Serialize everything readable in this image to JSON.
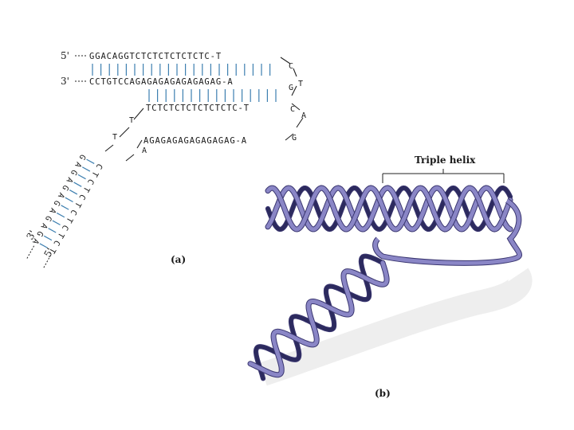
{
  "panel_a": {
    "label": "(a)",
    "strand1": {
      "end": "5'",
      "sequence": "GGACAGGTCTCTCTCTCTCTC-T"
    },
    "strand2": {
      "end": "3'",
      "sequence": "CCTGTCCAGAGAGAGAGAGAGAG-A"
    },
    "strand3": {
      "sequence": "TCTCTCTCTCTCTCTC-T"
    },
    "strand4": {
      "sequence": "AGAGAGAGAGAGAGAG-A"
    },
    "loop_nucleotides": [
      "C",
      "G",
      "T",
      "C",
      "A",
      "G",
      "T",
      "T",
      "A"
    ],
    "tail_strand_lower_end": "5'",
    "tail_strand_upper_end": "3'",
    "tail_strand_1": [
      "C",
      "T",
      "C",
      "T",
      "C",
      "T",
      "C",
      "T",
      "C",
      "T",
      "C",
      "T"
    ],
    "tail_strand_2": [
      "G",
      "A",
      "G",
      "A",
      "G",
      "A",
      "G",
      "A",
      "G",
      "A",
      "G",
      "A"
    ]
  },
  "panel_b": {
    "label": "(b)",
    "bracket_title": "Triple helix",
    "ribbon_color": "#8a86c6",
    "ribbon_shadow": "#2c2a5e"
  },
  "colors": {
    "bond": "#3d7fb0",
    "text": "#1a1a1a"
  }
}
